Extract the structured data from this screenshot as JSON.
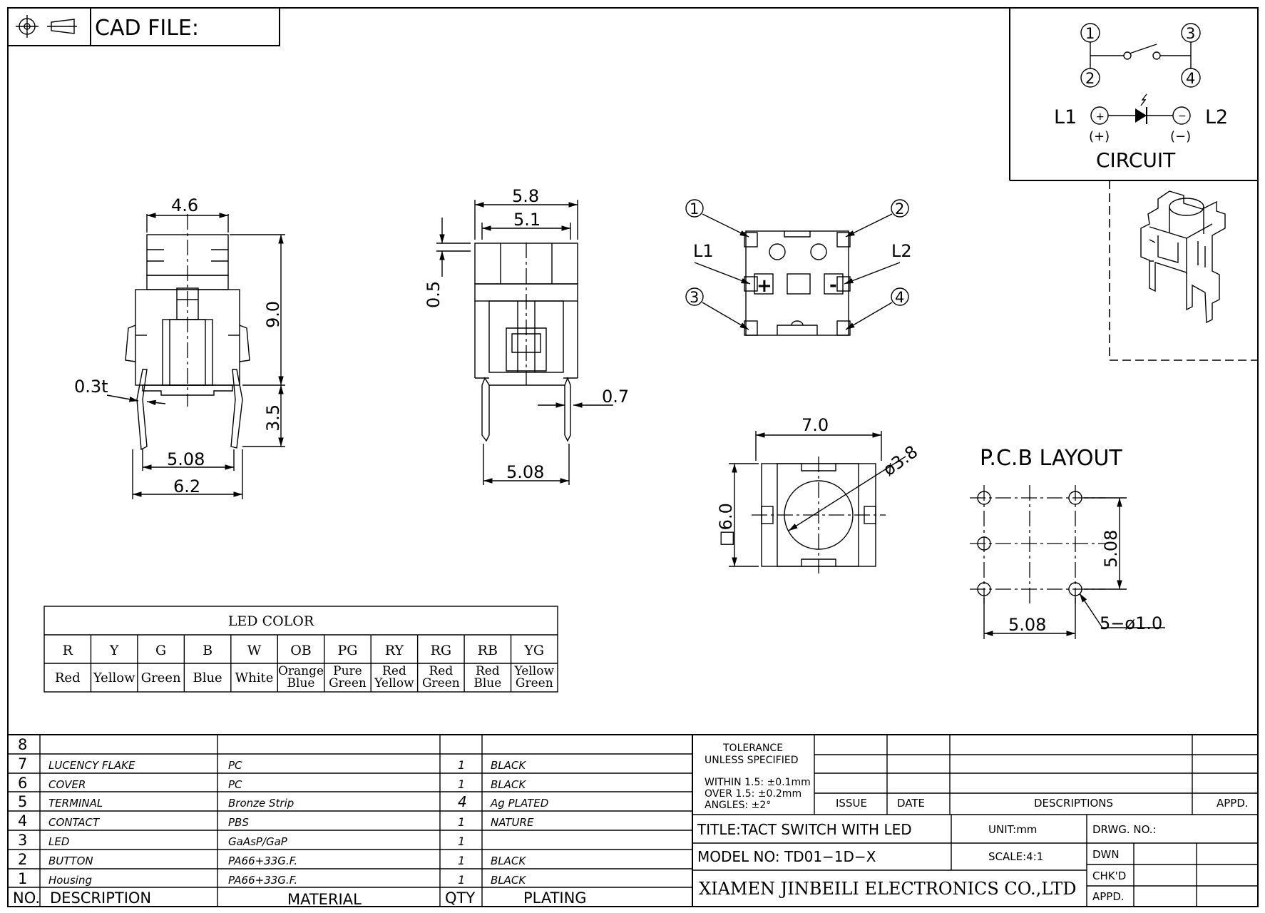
{
  "header": {
    "cad_file_label": "CAD FILE:"
  },
  "circuit": {
    "title": "CIRCUIT",
    "pins": [
      "1",
      "2",
      "3",
      "4"
    ],
    "l1": "L1",
    "l2": "L2",
    "plus": "(+)",
    "minus": "(−)",
    "plus_sign": "+",
    "minus_sign": "−"
  },
  "dims": {
    "front": {
      "top": "4.6",
      "height": "9.0",
      "leg": "3.5",
      "pitch": "5.08",
      "width": "6.2",
      "thickness": "0.3t"
    },
    "side": {
      "w1": "5.8",
      "w2": "5.1",
      "step": "0.5",
      "pin": "0.7",
      "pitch": "5.08"
    },
    "bottom": {
      "pins": [
        "1",
        "2",
        "3",
        "4"
      ],
      "l1": "L1",
      "l2": "L2",
      "plus": "+",
      "minus": "-"
    },
    "top": {
      "width": "7.0",
      "dia": "ø3.8",
      "square": "□6.0"
    }
  },
  "pcb": {
    "title": "P.C.B  LAYOUT",
    "v": "5.08",
    "h": "5.08",
    "holes": "5−ø1.0"
  },
  "led_color": {
    "title": "LED COLOR",
    "codes": [
      "R",
      "Y",
      "G",
      "B",
      "W",
      "OB",
      "PG",
      "RY",
      "RG",
      "RB",
      "YG"
    ],
    "names": [
      [
        "Red"
      ],
      [
        "Yellow"
      ],
      [
        "Green"
      ],
      [
        "Blue"
      ],
      [
        "White"
      ],
      [
        "Orange",
        "Blue"
      ],
      [
        "Pure",
        "Green"
      ],
      [
        "Red",
        "Yellow"
      ],
      [
        "Red",
        "Green"
      ],
      [
        "Red",
        "Blue"
      ],
      [
        "Yellow",
        "Green"
      ]
    ]
  },
  "bom": {
    "headers": {
      "no": "NO.",
      "description": "DESCRIPTION",
      "material": "MATERIAL",
      "qty": "QTY",
      "plating": "PLATING"
    },
    "rows": [
      {
        "no": "8",
        "description": "",
        "material": "",
        "qty": "",
        "plating": ""
      },
      {
        "no": "7",
        "description": "LUCENCY FLAKE",
        "material": "PC",
        "qty": "1",
        "plating": "BLACK"
      },
      {
        "no": "6",
        "description": "COVER",
        "material": "PC",
        "qty": "1",
        "plating": "BLACK"
      },
      {
        "no": "5",
        "description": "TERMINAL",
        "material": "Bronze Strip",
        "qty": "4",
        "plating": "Ag PLATED"
      },
      {
        "no": "4",
        "description": "CONTACT",
        "material": "PBS",
        "qty": "1",
        "plating": "NATURE"
      },
      {
        "no": "3",
        "description": "LED",
        "material": "GaAsP/GaP",
        "qty": "1",
        "plating": ""
      },
      {
        "no": "2",
        "description": "BUTTON",
        "material": "PA66+33G.F.",
        "qty": "1",
        "plating": "BLACK"
      },
      {
        "no": "1",
        "description": "Housing",
        "material": "PA66+33G.F.",
        "qty": "1",
        "plating": "BLACK"
      }
    ]
  },
  "title_block": {
    "tolerance": [
      "TOLERANCE",
      "UNLESS SPECIFIED"
    ],
    "within": "WITHIN 1.5: ±0.1mm",
    "over": "OVER 1.5:  ±0.2mm",
    "angles": "ANGLES: ±2°",
    "issue": "ISSUE",
    "date": "DATE",
    "descriptions": "DESCRIPTIONS",
    "appd": "APPD.",
    "title": "TITLE:TACT  SWITCH  WITH  LED",
    "model": "MODEL  NO: TD01−1D−X",
    "unit": "UNIT:mm",
    "scale": "SCALE:4:1",
    "drwg_no": "DRWG. NO.:",
    "dwn": "DWN",
    "chkd": "CHK'D",
    "appd2": "APPD.",
    "company": "XIAMEN JINBEILI ELECTRONICS CO.,LTD"
  }
}
